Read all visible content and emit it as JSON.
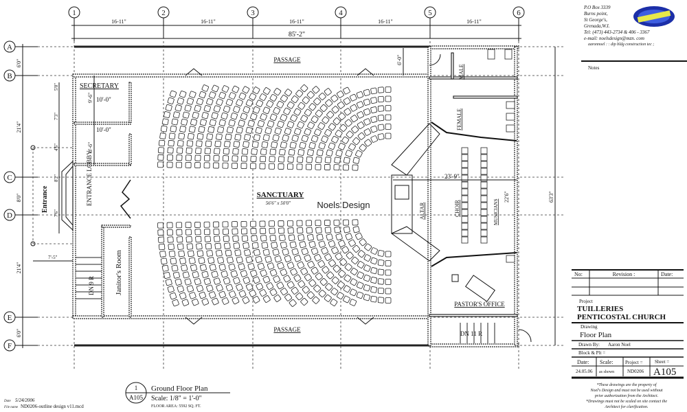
{
  "grid": {
    "columns": [
      "1",
      "2",
      "3",
      "4",
      "5",
      "6"
    ],
    "rows": [
      "A",
      "B",
      "C",
      "D",
      "E",
      "F"
    ],
    "column_spacing_labels": [
      "16-11\"",
      "16-11\"",
      "16-11\"",
      "16-11\"",
      "16-11\""
    ],
    "overall_width": "85'-2\"",
    "row_spacing_labels": [
      "6'0\"",
      "21'4\"",
      "8'0\"",
      "21'4\"",
      "6'0\""
    ],
    "overall_depth": "63'3\""
  },
  "rooms": {
    "passage_top": "PASSAGE",
    "passage_bottom": "PASSAGE",
    "secretary": "SECRETARY",
    "entrance_lobby": "ENTRANCE LOBBY",
    "entrance": "Entrance",
    "janitor": "Janitor's Room",
    "sanctuary": "SANCTUARY",
    "sanctuary_size": "56'6\" x 50'0\"",
    "altar": "ALTAR",
    "choir": "CHOIR",
    "musicians": "MUSICIANS",
    "male": "MALE",
    "female": "FEMALE",
    "pastors_office": "PASTOR'S OFFICE",
    "stair_left": "DN 9 R",
    "stair_right": "DN 11 R"
  },
  "dimensions": {
    "secretary_w": "10'-0\"",
    "office2_w": "10'-0\"",
    "secretary_h": "9'-6\"",
    "office2_h": "8'-6\"",
    "left_5_0": "5'0\"",
    "left_7_3": "7'3\"",
    "left_4_6": "4'6\"",
    "left_8_2": "8'2\"",
    "left_7_6": "7'6\"",
    "left_7_5": "7'-5\"",
    "passage_depth": "6'-0\"",
    "chancel_width": "23'-9\"",
    "choir_depth": "22'6\""
  },
  "watermark": "Noels Design",
  "contact": {
    "lines": [
      "P.O Box 3339",
      "Burns point,",
      "St George's,",
      "Grenada,W.I.",
      "Tel: (473) 443-2734 & 406 - 3367",
      "e-mail: noelsdesign@mzn. com",
      "aaronnoel : : dip bldg construction tec ;"
    ],
    "notes_label": "Notes"
  },
  "title_block": {
    "no_label": "No:",
    "revision_label": "Revision :",
    "date_label": "Date:",
    "project_label": "Project",
    "project_line1": "TUILLERIES",
    "project_line2": "PENTICOSTAL CHURCH",
    "drawing_label": "Drawing",
    "drawing_name": "Floor Plan",
    "drawn_by_label": "Drawn By:",
    "drawn_by": "Aaron Noel",
    "block_label": "Block & Plt =",
    "date_col": "Date:",
    "scale_col": "Scale:",
    "project_no_col": "Project =",
    "sheet_col": "Sheet =",
    "date_val": "24.05.06",
    "scale_val": "as shown",
    "project_no_val": "ND0206",
    "sheet_val": "A105",
    "disclaimer": [
      "*These drawings are the property of",
      "Noel's Design and must not be used without",
      "prior authorization from the Architect.",
      "*Drawings must not be scaled on site contact the",
      "Architect for clarification."
    ]
  },
  "plan_caption": {
    "number": "1",
    "sheet": "A105",
    "title": "Ground Floor Plan",
    "scale": "Scale: 1/8\" = 1'-0\"",
    "floor_area": "FLOOR AREA: 5592 SQ. FT."
  },
  "file_info": {
    "date_label": "Date",
    "date": "5/24/2006",
    "file_label": "File name",
    "file": "ND0206-outline design v11.mcd"
  }
}
